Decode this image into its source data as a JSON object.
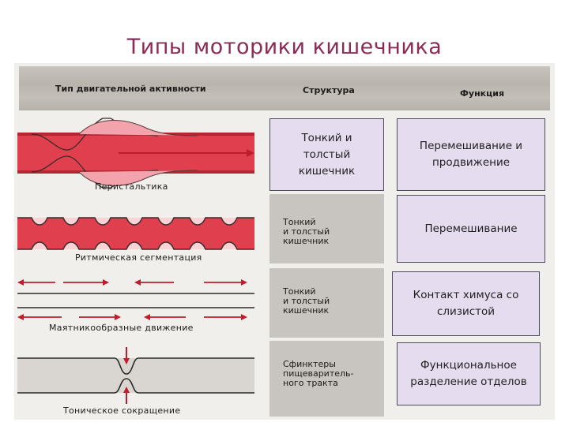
{
  "title": "Типы моторики кишечника",
  "header": {
    "type": "Тип двигательной активности",
    "structure": "Структура",
    "function": "Функция"
  },
  "rows": [
    {
      "diagram_label": "Перистальтика",
      "structure": "Тонкий и\nтолстый\nкишечник",
      "function": "Перемешивание и\nпродвижение"
    },
    {
      "diagram_label": "Ритмическая сегментация",
      "structure": "Тонкий\nи толстый\nкишечник",
      "function": "Перемешивание"
    },
    {
      "diagram_label": "Маятникообразные движение",
      "structure": "Тонкий\nи толстый\nкишечник",
      "function": "Контакт химуса со\nслизистой"
    },
    {
      "diagram_label": "Тоническое сокращение",
      "structure": "Сфинктеры\nпищеваритель-\nного тракта",
      "function": "Функциональное\nразделение отделов"
    }
  ],
  "colors": {
    "intestine_red": "#e0404e",
    "intestine_pink": "#f2a3ab",
    "box_fill": "#e6dcef",
    "title": "#8a2c55"
  }
}
